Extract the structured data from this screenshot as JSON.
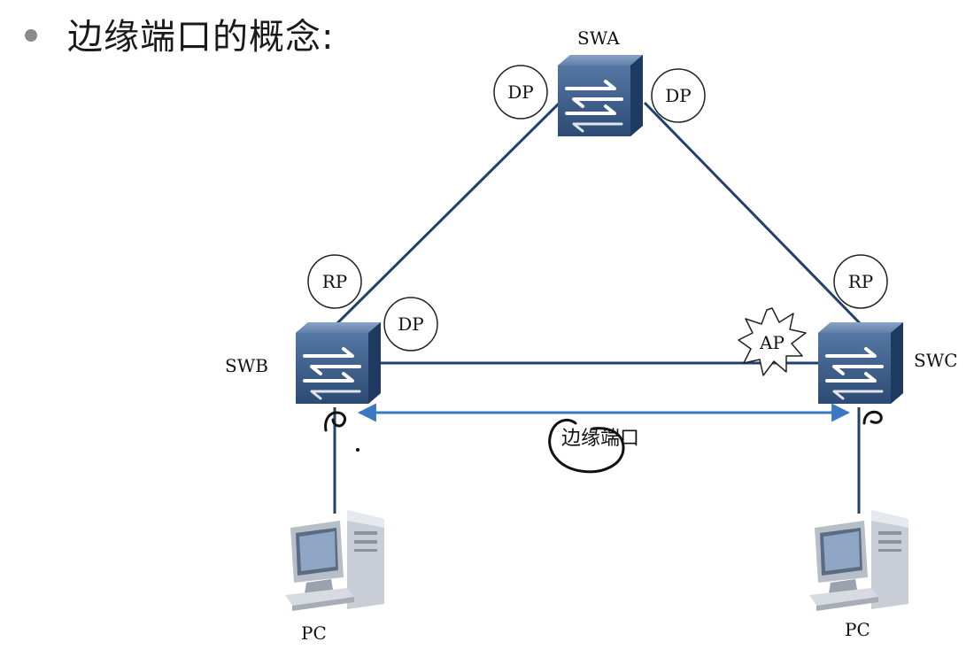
{
  "title": "边缘端口的概念:",
  "switches": {
    "swa": "SWA",
    "swb": "SWB",
    "swc": "SWC"
  },
  "ports": {
    "swa_left": "DP",
    "swa_right": "DP",
    "swb_up": "RP",
    "swb_right": "DP",
    "swc_up": "RP",
    "swc_left": "AP"
  },
  "hosts": {
    "left": "PC",
    "right": "PC"
  },
  "edge_port_label": "边缘端口",
  "colors": {
    "link": "#22406e",
    "arrow": "#3a78c2",
    "switch_body": "#3a5a86"
  }
}
